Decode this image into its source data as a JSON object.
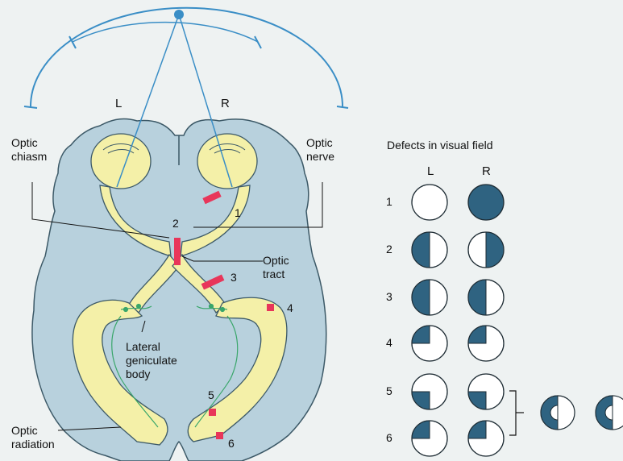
{
  "side_labels": {
    "left": "L",
    "right": "R"
  },
  "labels": {
    "optic_chiasm_line1": "Optic",
    "optic_chiasm_line2": "chiasm",
    "optic_nerve_line1": "Optic",
    "optic_nerve_line2": "nerve",
    "optic_tract_line1": "Optic",
    "optic_tract_line2": "tract",
    "lgb_line1": "Lateral",
    "lgb_line2": "geniculate",
    "lgb_line3": "body",
    "optic_radiation_line1": "Optic",
    "optic_radiation_line2": "radiation"
  },
  "lesion_numbers": [
    "1",
    "2",
    "3",
    "4",
    "5",
    "6"
  ],
  "defects": {
    "title": "Defects in visual field",
    "col_left": "L",
    "col_right": "R",
    "rows": [
      {
        "num": "1",
        "left": "none",
        "right": "full"
      },
      {
        "num": "2",
        "left": "left-half",
        "right": "right-half"
      },
      {
        "num": "3",
        "left": "left-half",
        "right": "left-half"
      },
      {
        "num": "4",
        "left": "upper-left-quadrant",
        "right": "upper-left-quadrant"
      },
      {
        "num": "5",
        "left": "lower-left-quadrant",
        "right": "lower-left-quadrant"
      },
      {
        "num": "6",
        "left": "upper-left-quadrant",
        "right": "upper-left-quadrant"
      }
    ]
  },
  "colors": {
    "defect_fill": "#2f6381",
    "brain_fill": "#b8d1dd",
    "pathway_fill": "#f4f0a8",
    "lesion": "#e8365a",
    "visual_field_arc": "#3a8ec6",
    "fiber_green": "#39a66a"
  }
}
